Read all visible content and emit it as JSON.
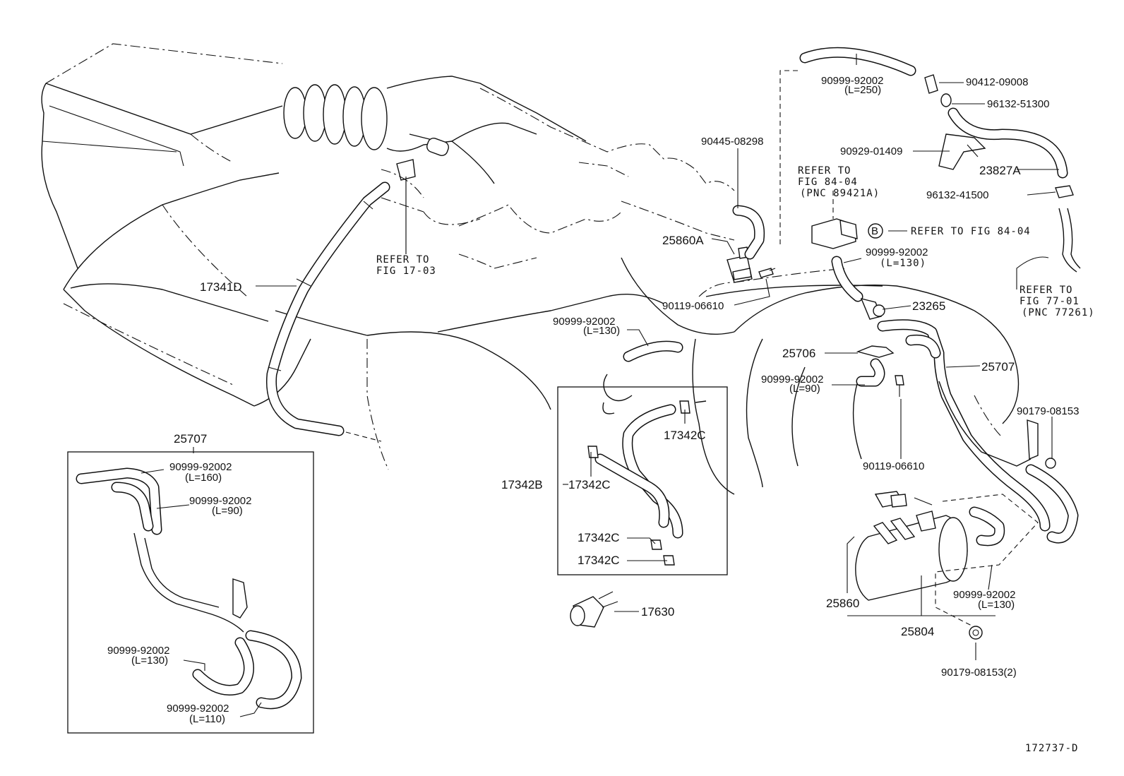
{
  "diagram": {
    "figure_code": "172737-D",
    "labels": {
      "p17341D": "17341D",
      "refer_17_line1": "REFER TO",
      "refer_17_line2": "FIG 17-03",
      "p25707_box": "25707",
      "box_hose_a": "90999-92002",
      "box_hose_a_len": "(L=160)",
      "box_hose_b": "90999-92002",
      "box_hose_b_len": "(L=90)",
      "box_hose_c": "90999-92002",
      "box_hose_c_len": "(L=130)",
      "box_hose_d": "90999-92002",
      "box_hose_d_len": "(L=110)",
      "hose_130_mid": "90999-92002",
      "hose_130_mid_len": "(L=130)",
      "p17342C_a": "17342C",
      "p17342B": "17342B",
      "p17342C_b": "17342C",
      "p17342C_c": "17342C",
      "p17342C_d": "17342C",
      "p17630": "17630",
      "p90445": "90445-08298",
      "p25860A": "25860A",
      "p90119_a": "90119-06610",
      "hose_250": "90999-92002",
      "hose_250_len": "(L=250)",
      "p90412": "90412-09008",
      "p96132_51300": "96132-51300",
      "p90929": "90929-01409",
      "p23827A": "23827A",
      "p96132_41500": "96132-41500",
      "refer_84_line1": "REFER TO",
      "refer_84_line2": "FIG 84-04",
      "refer_84_line3": "(PNC 89421A)",
      "marker_b": "B",
      "refer_84_b": "REFER TO FIG 84-04",
      "hose_130_top": "90999-92002",
      "hose_130_top_len": "(L=130)",
      "p23265": "23265",
      "refer_77_line1": "REFER TO",
      "refer_77_line2": "FIG 77-01",
      "refer_77_line3": "(PNC 77261)",
      "p25706": "25706",
      "p25707_main": "25707",
      "hose_90_mid": "90999-92002",
      "hose_90_mid_len": "(L=90)",
      "p90119_b": "90119-06610",
      "p90179": "90179-08153",
      "p25860": "25860",
      "p25804": "25804",
      "hose_130_right": "90999-92002",
      "hose_130_right_len": "(L=130)",
      "p90179_2": "90179-08153(2)"
    }
  }
}
